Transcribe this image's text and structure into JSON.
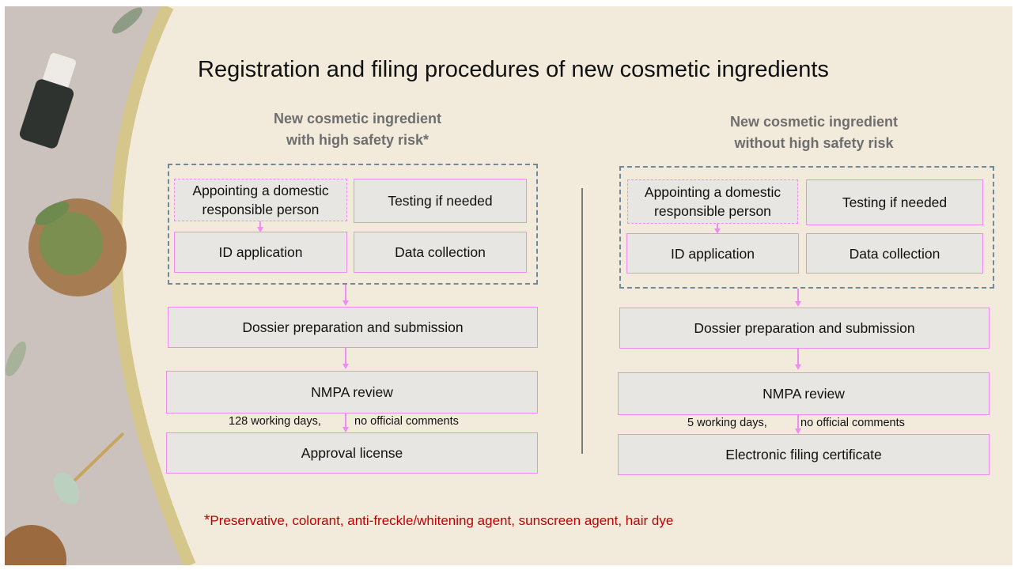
{
  "title": "Registration and filing procedures of new cosmetic ingredients",
  "left": {
    "heading_line1": "New cosmetic ingredient",
    "heading_line2": "with high safety risk*",
    "appointing_line1": "Appointing a domestic",
    "appointing_line2": "responsible person",
    "testing": "Testing if needed",
    "id_application": "ID application",
    "data_collection": "Data collection",
    "dossier": "Dossier preparation and submission",
    "review": "NMPA review",
    "timing_days": "128 working days,",
    "timing_comments": "no official comments",
    "result": "Approval license"
  },
  "right": {
    "heading_line1": "New cosmetic ingredient",
    "heading_line2": "without high safety risk",
    "appointing_line1": "Appointing a domestic",
    "appointing_line2": "responsible person",
    "testing": "Testing if needed",
    "id_application": "ID application",
    "data_collection": "Data collection",
    "dossier": "Dossier preparation and submission",
    "review": "NMPA review",
    "timing_days": "5 working days,",
    "timing_comments": "no official comments",
    "result": "Electronic filing certificate"
  },
  "footnote": {
    "star": "*",
    "text": "Preservative, colorant, anti-freckle/whitening agent, sunscreen agent, hair dye"
  },
  "colors": {
    "background": "#f2ebdc",
    "box_fill": "#e7e6e3",
    "box_border": "#f08cf0",
    "group_border": "#6f8a9a",
    "footnote": "#c00000",
    "heading": "#6e6e6e"
  }
}
